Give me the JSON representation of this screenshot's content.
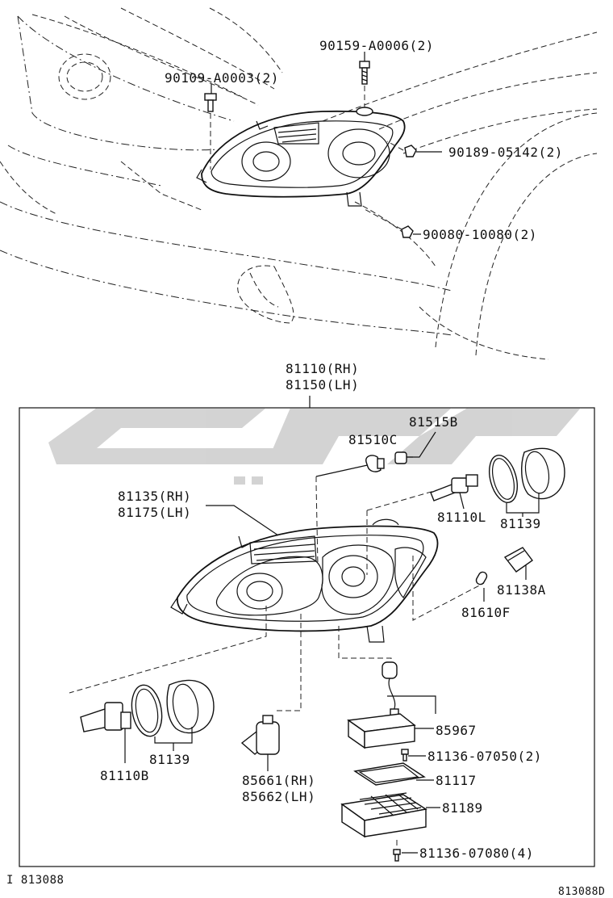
{
  "diagram": {
    "top_labels": {
      "screw_hood": "90159-A0006(2)",
      "bolt_left": "90109-A0003(2)",
      "clip_right": "90189-05142(2)",
      "bolt_bottom": "90080-10080(2)"
    },
    "assembly": {
      "rh": "81110(RH)",
      "lh": "81150(LH)"
    },
    "parts": {
      "p81515B": "81515B",
      "p81510C": "81510C",
      "p81135": "81135(RH)",
      "p81175": "81175(LH)",
      "p81110L": "81110L",
      "p81139_top": "81139",
      "p81138A": "81138A",
      "p81610F": "81610F",
      "p85967": "85967",
      "p81136_07050": "81136-07050(2)",
      "p81117": "81117",
      "p81189": "81189",
      "p81136_07080": "81136-07080(4)",
      "p81139_bottom": "81139",
      "p81110B": "81110B",
      "p85661": "85661(RH)",
      "p85662": "85662(LH)"
    },
    "footer": {
      "left": "I 813088",
      "right": "813088D"
    }
  }
}
